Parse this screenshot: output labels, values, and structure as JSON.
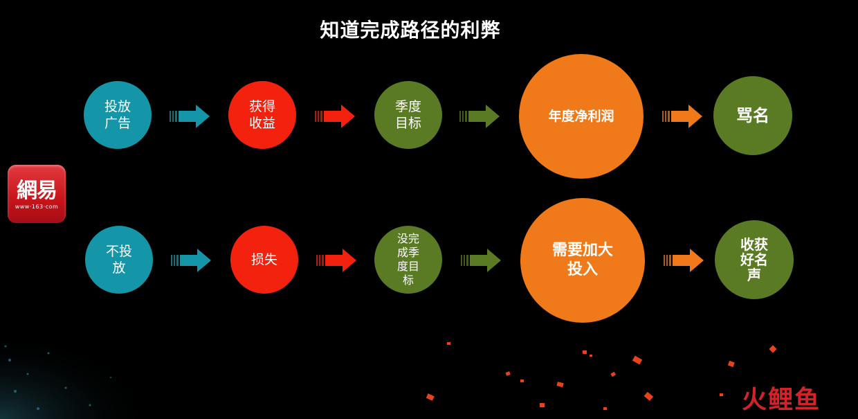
{
  "title": "知道完成路径的利弊",
  "colors": {
    "teal": "#1596a8",
    "red": "#f2220e",
    "green": "#5a7a23",
    "orange": "#f07a1a"
  },
  "rows": [
    {
      "nodes": [
        {
          "label": "投放\n广告",
          "color": "teal"
        },
        {
          "label": "获得\n收益",
          "color": "red"
        },
        {
          "label": "季度\n目标",
          "color": "green"
        },
        {
          "label": "年度净利润",
          "color": "orange"
        },
        {
          "label": "骂名",
          "color": "green"
        }
      ],
      "arrow_colors": [
        "teal",
        "red",
        "green",
        "orange"
      ]
    },
    {
      "nodes": [
        {
          "label": "不投\n放",
          "color": "teal"
        },
        {
          "label": "损失",
          "color": "red"
        },
        {
          "label": "没完\n成季\n度目\n标",
          "color": "green"
        },
        {
          "label": "需要加大\n投入",
          "color": "orange"
        },
        {
          "label": "收获\n好名\n声",
          "color": "green"
        }
      ],
      "arrow_colors": [
        "teal",
        "red",
        "green",
        "orange"
      ]
    }
  ],
  "logo": {
    "text": "網易",
    "subtext": "www·163·com",
    "icon": "netease-logo-icon"
  },
  "watermark": "火鲤鱼"
}
